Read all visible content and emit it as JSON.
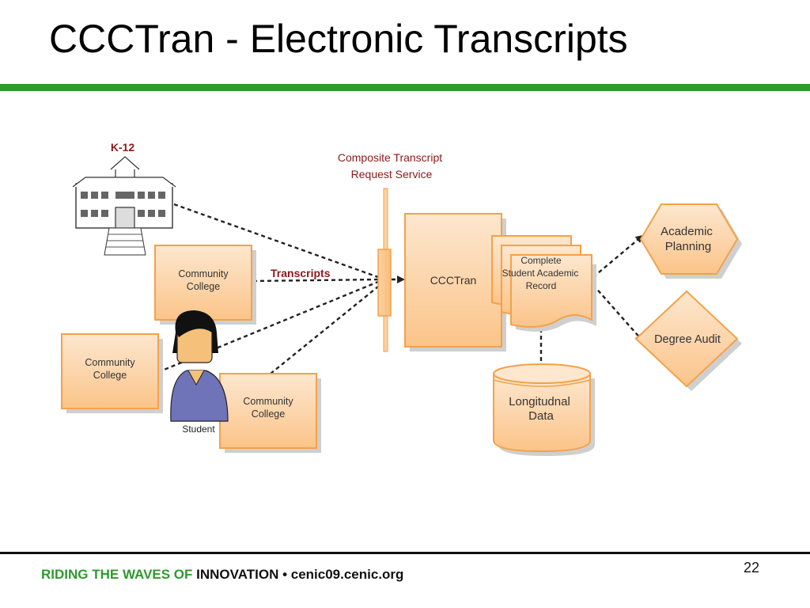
{
  "slide": {
    "title": "CCCTran - Electronic Transcripts",
    "page_number": "22",
    "footer": {
      "part1": "RIDING THE WAVES OF ",
      "part2": "INNOVATION • cenic09.cenic.org"
    }
  },
  "diagram": {
    "k12_label": "K-12",
    "service_label_line1": "Composite Transcript",
    "service_label_line2": "Request Service",
    "transcripts_label": "Transcripts",
    "community_college_line1": "Community",
    "community_college_line2": "College",
    "student_label": "Student",
    "ccctran_label": "CCCTran",
    "record_line1": "Complete",
    "record_line2": "Student Academic",
    "record_line3": "Record",
    "data_line1": "Longitudnal",
    "data_line2": "Data",
    "academic_line1": "Academic",
    "academic_line2": "Planning",
    "degree_audit": "Degree Audit"
  },
  "colors": {
    "accent_green": "#2e9a2e",
    "box_fill": "#fcd9b0",
    "box_stroke": "#f2a24a",
    "label_red": "#8b1a1a"
  }
}
